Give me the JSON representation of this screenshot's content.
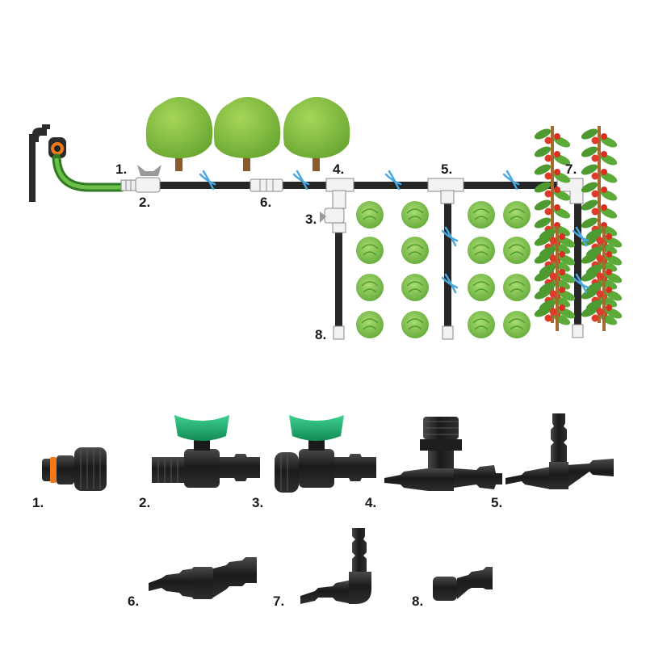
{
  "diagram_labels": {
    "n1": "1.",
    "n2": "2.",
    "n3": "3.",
    "n4": "4.",
    "n5": "5.",
    "n6": "6.",
    "n7": "7.",
    "n8": "8."
  },
  "parts": [
    {
      "label": "1.",
      "icon": "quick-connector-icon"
    },
    {
      "label": "2.",
      "icon": "valve-male-thread-icon"
    },
    {
      "label": "3.",
      "icon": "valve-female-thread-icon"
    },
    {
      "label": "4.",
      "icon": "threaded-tee-icon"
    },
    {
      "label": "5.",
      "icon": "tee-icon"
    },
    {
      "label": "6.",
      "icon": "straight-coupler-icon"
    },
    {
      "label": "7.",
      "icon": "elbow-icon"
    },
    {
      "label": "8.",
      "icon": "end-plug-icon"
    }
  ],
  "colors": {
    "pipe": "#2a2a2a",
    "hose": "#3f8f2f",
    "valve_handle": "#1fa36a",
    "tree": "#8cc63f",
    "trunk": "#8a5a2b",
    "lettuce": "#7cc04b",
    "tomato": "#e03a2a",
    "water": "#4aa8e0",
    "fitting_white": "#f2f2f2",
    "fitting_black": "#1b1b1b",
    "accent_orange": "#f07a1a"
  }
}
